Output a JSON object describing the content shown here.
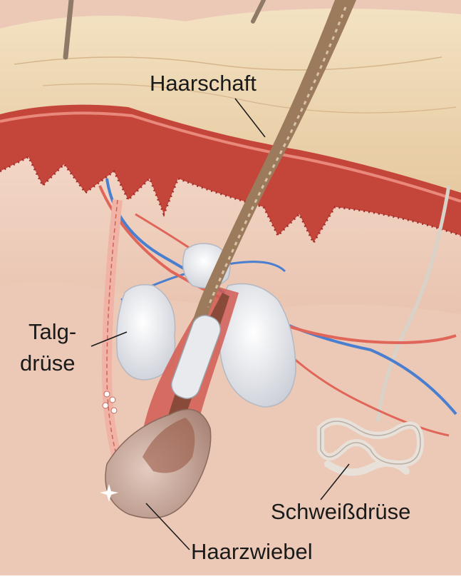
{
  "labels": {
    "haarschaft": "Haarschaft",
    "talg_line1": "Talg-",
    "talg_line2": "drüse",
    "schweissdruese": "Schweißdrüse",
    "haarzwiebel": "Haarzwiebel"
  },
  "colors": {
    "skin_surface": "#eed8b4",
    "epidermis": "#c23b2e",
    "dermis": "#f0d0c0",
    "subcutis": "#ecc8b4",
    "vein": "#4a7fd0",
    "artery": "#e0665a",
    "gland": "#e8eaee",
    "hair": "#8a6a4a",
    "bulb": "#c7a89a"
  }
}
